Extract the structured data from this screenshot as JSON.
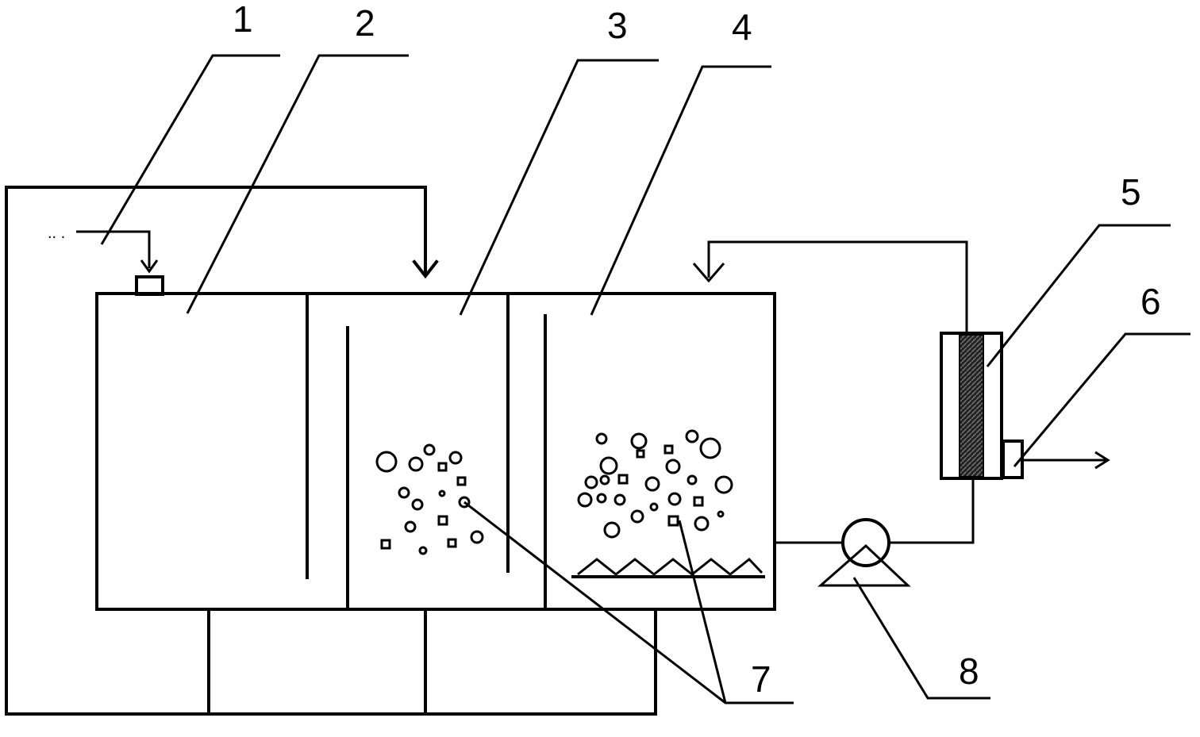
{
  "labels": {
    "n1": "1",
    "n2": "2",
    "n3": "3",
    "n4": "4",
    "n5": "5",
    "n6": "6",
    "n7": "7",
    "n8": "8"
  },
  "inlet_text": "..  .",
  "colors": {
    "stroke": "#000000",
    "background": "#ffffff",
    "membrane_fill": "#333333"
  }
}
